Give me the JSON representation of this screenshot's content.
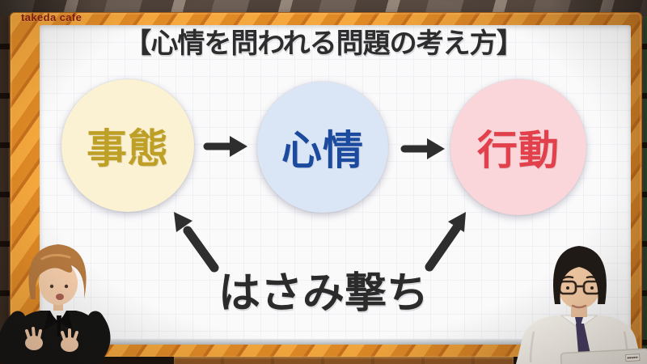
{
  "app": {
    "channel_label": "takeda cafe"
  },
  "board": {
    "title": "【心情を問われる問題の考え方】",
    "caption": "はさみ撃ち",
    "nodes": [
      {
        "label": "事態",
        "fill": "#FBF1D3",
        "text_color": "#BFA026"
      },
      {
        "label": "心情",
        "fill": "#DAE5F6",
        "text_color": "#1B4A9F"
      },
      {
        "label": "行動",
        "fill": "#FAD6DA",
        "text_color": "#E2414B"
      }
    ]
  },
  "colors": {
    "frame_orange": "#E8922F",
    "arrow": "#2E2E2E",
    "board_background": "#FAFAFB",
    "channel_label_text": "#8A1D0F"
  }
}
